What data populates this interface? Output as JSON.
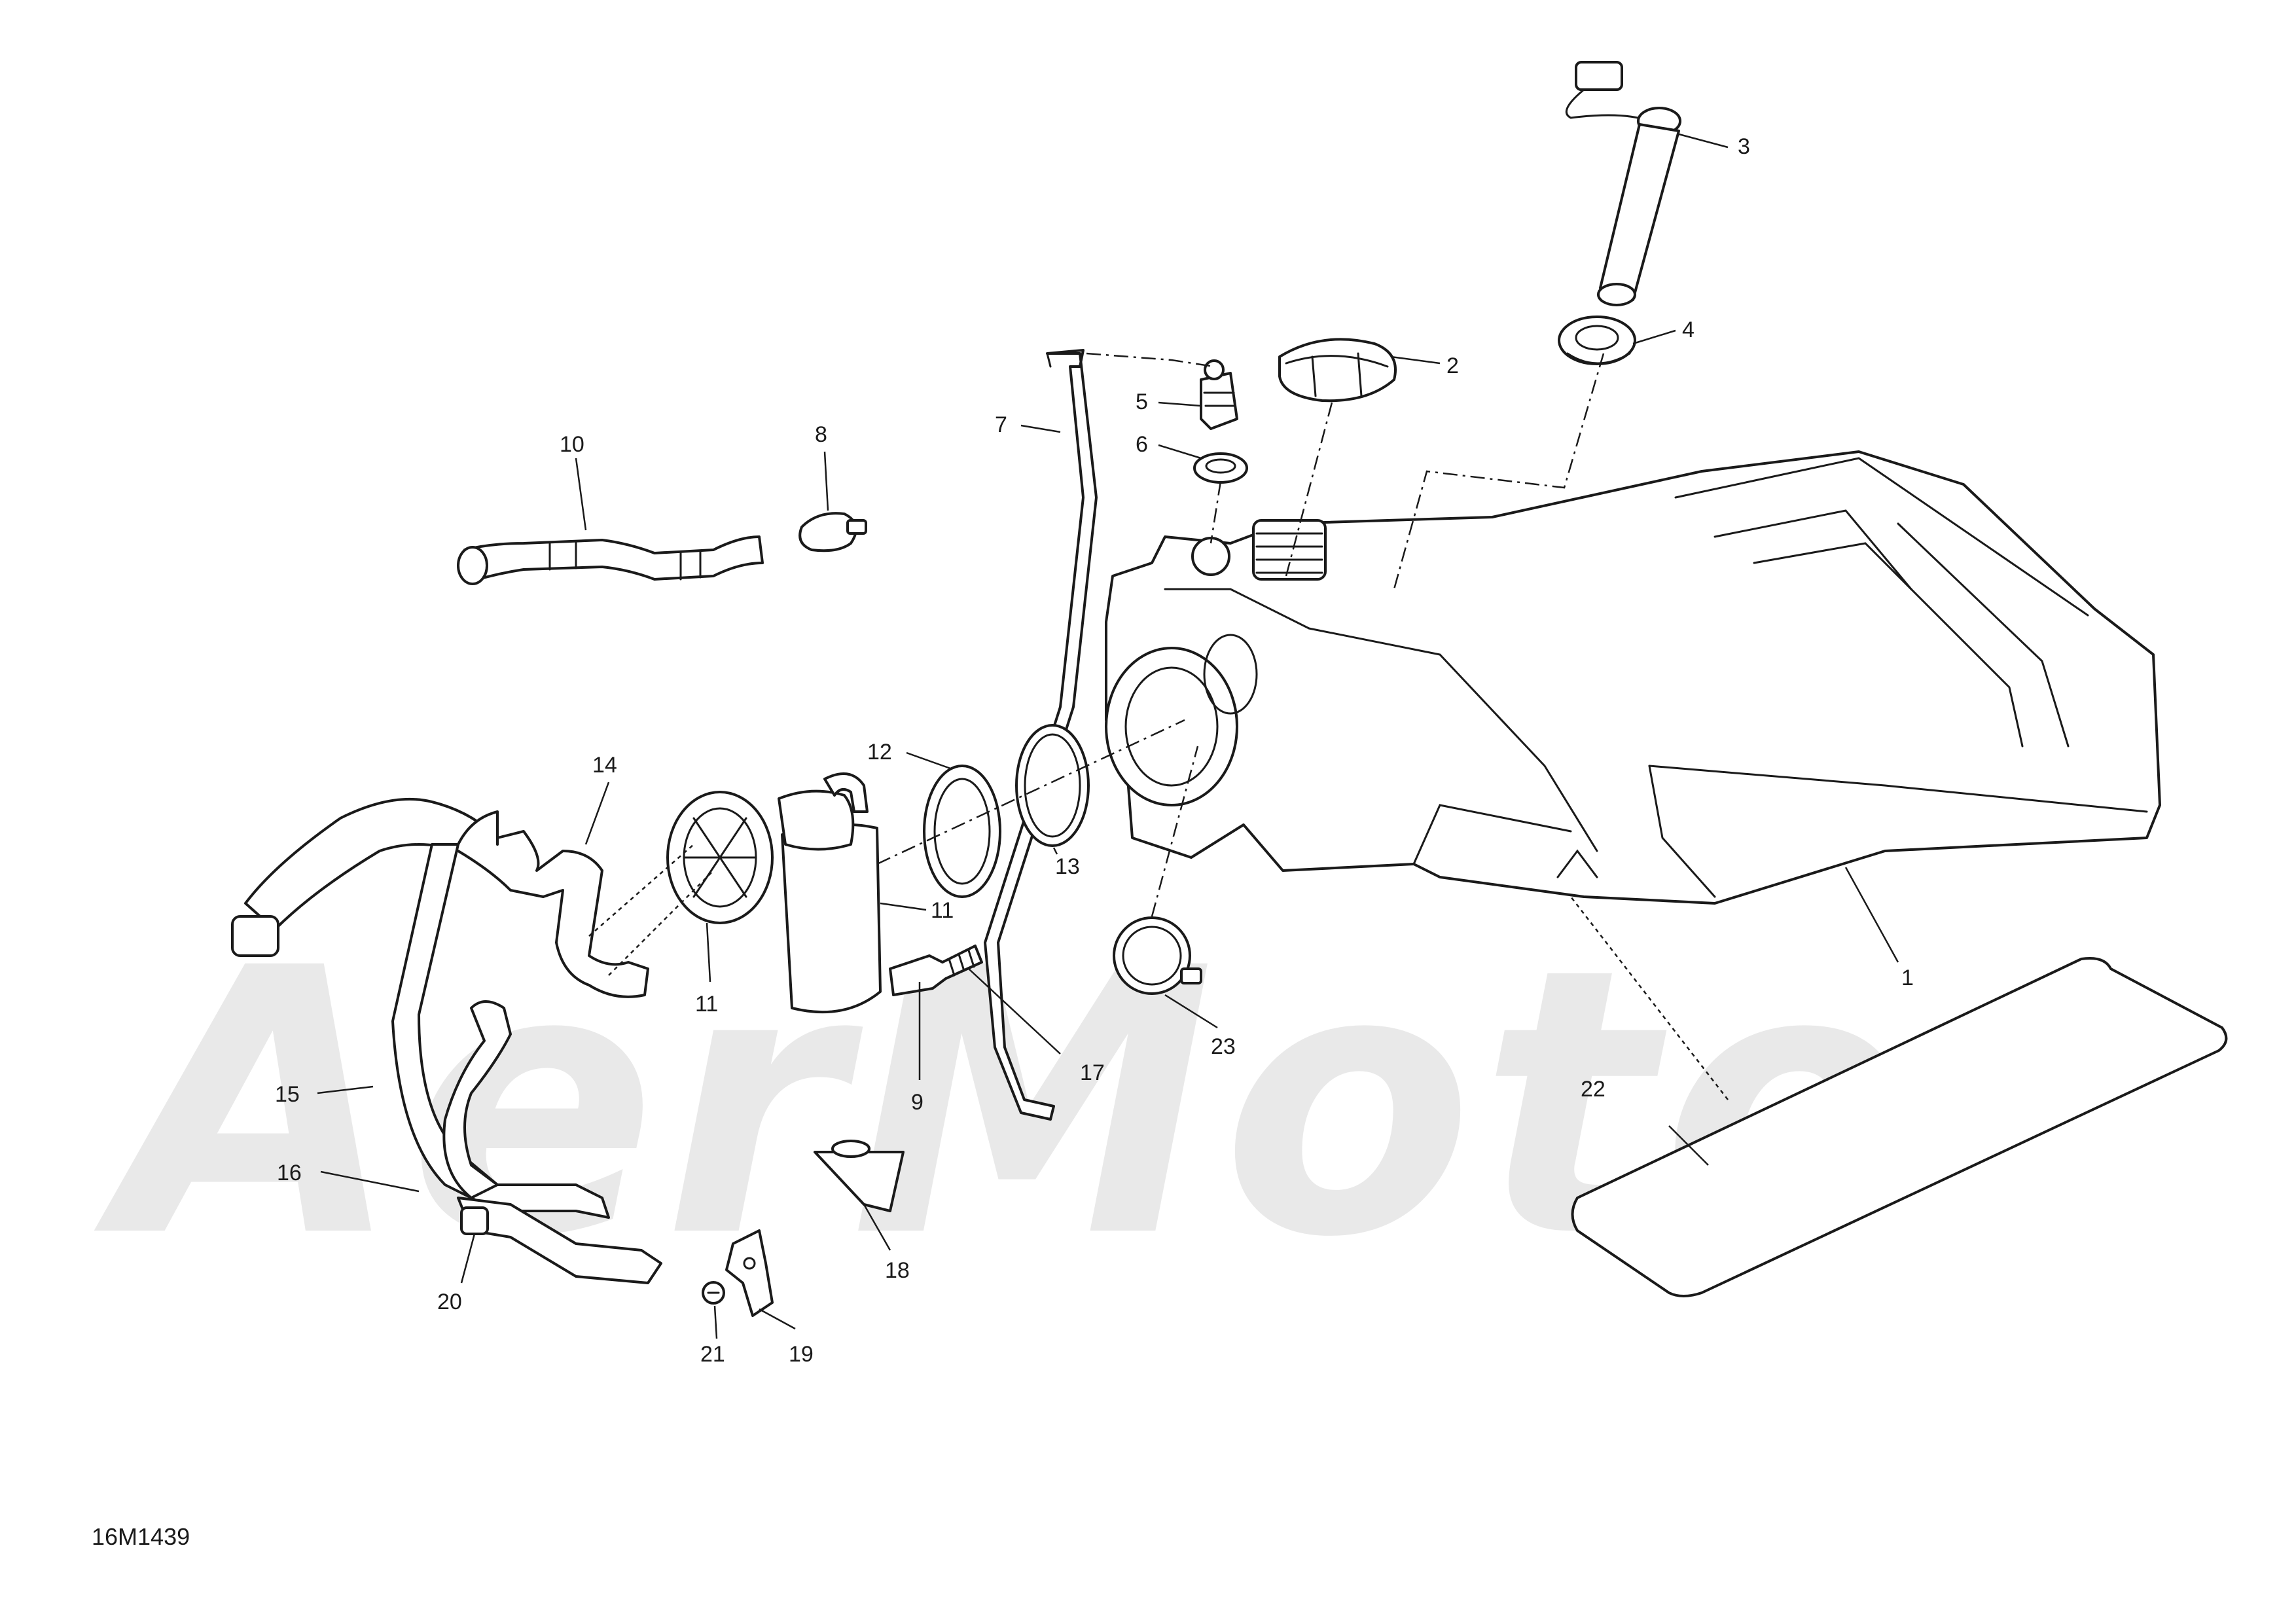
{
  "watermark_text": "AerMoto",
  "drawing_code": "16M1439",
  "callouts": {
    "c1": "1",
    "c2": "2",
    "c3": "3",
    "c4": "4",
    "c5": "5",
    "c6": "6",
    "c7": "7",
    "c8": "8",
    "c9": "9",
    "c10": "10",
    "c11a": "11",
    "c11b": "11",
    "c12": "12",
    "c13": "13",
    "c14": "14",
    "c15": "15",
    "c16": "16",
    "c17": "17",
    "c18": "18",
    "c19": "19",
    "c20": "20",
    "c21": "21",
    "c22": "22",
    "c23": "23"
  }
}
